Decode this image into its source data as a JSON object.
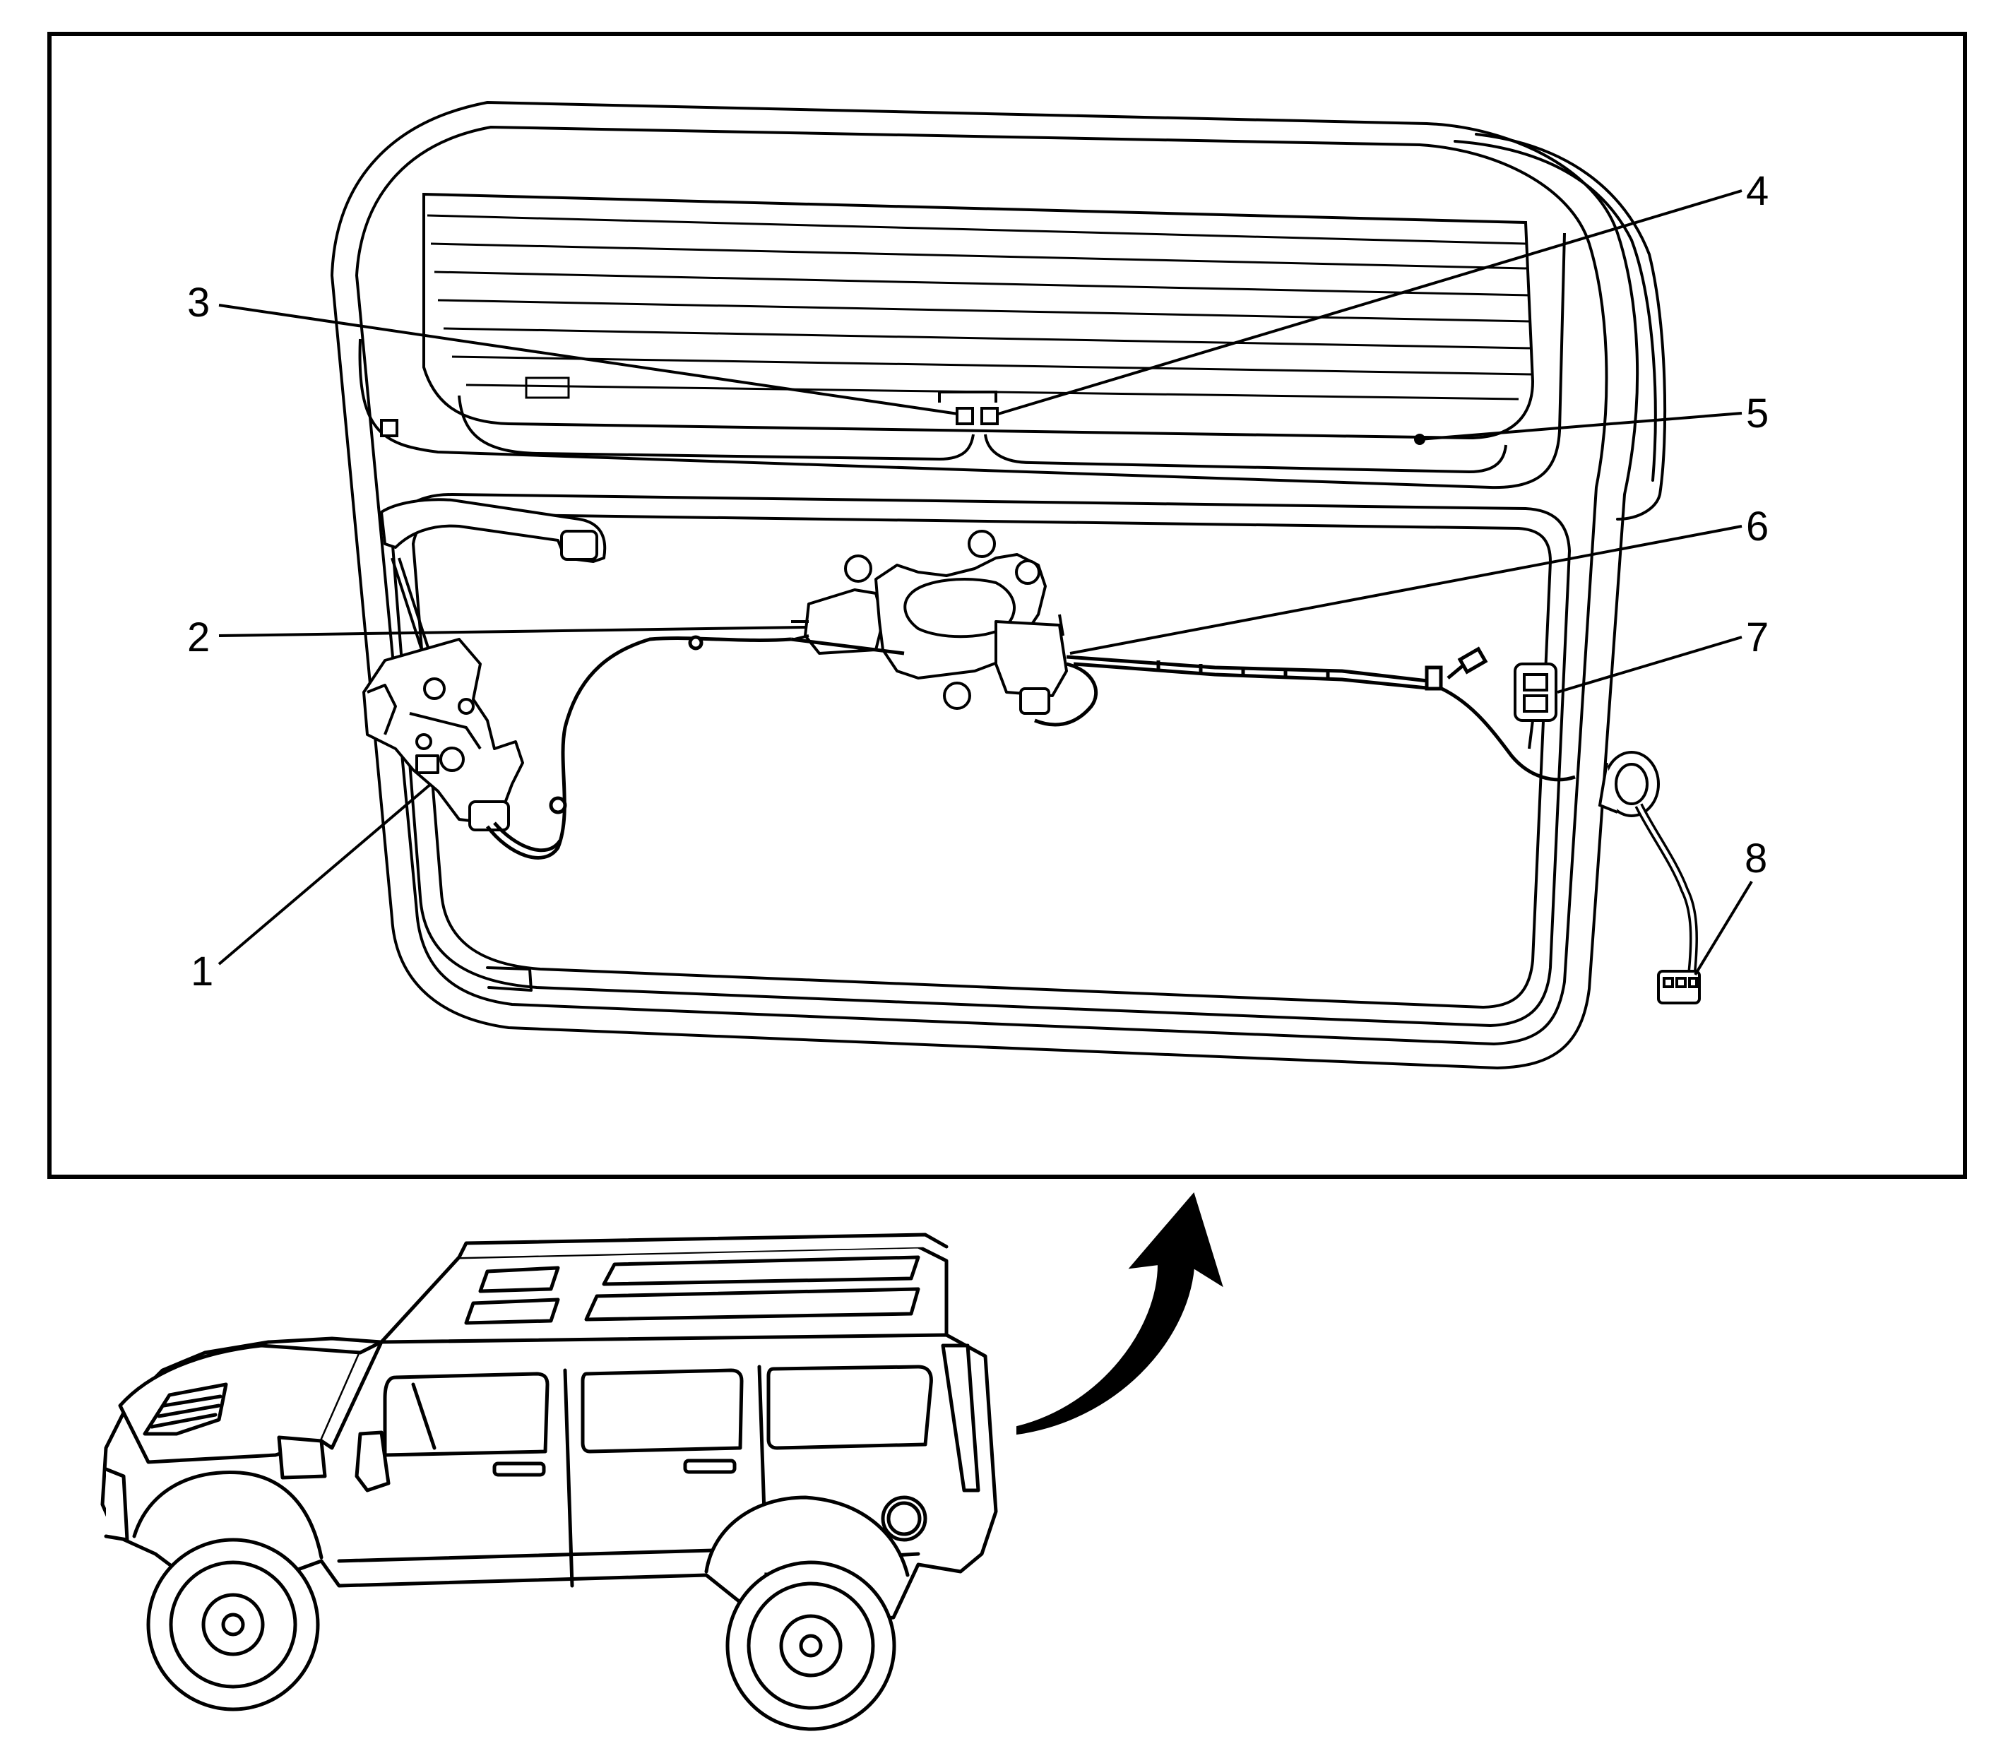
{
  "callouts": {
    "c1": "1",
    "c2": "2",
    "c3": "3",
    "c4": "4",
    "c5": "5",
    "c6": "6",
    "c7": "7",
    "c8": "8"
  },
  "colors": {
    "ink": "#000000",
    "paper": "#ffffff"
  },
  "icons": {
    "view_arrow": "curved-arrow-icon"
  }
}
